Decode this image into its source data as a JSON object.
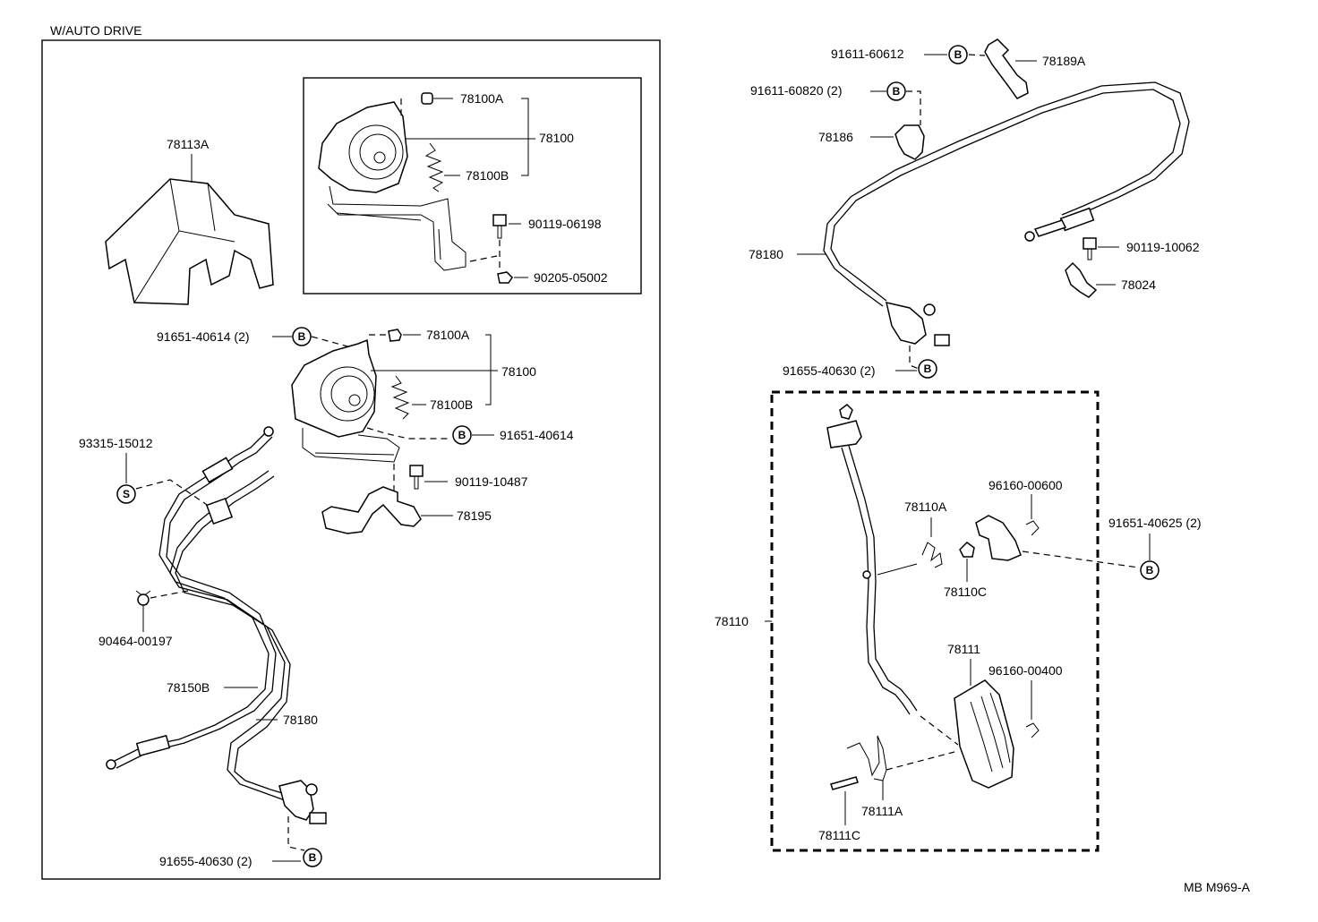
{
  "header": {
    "title": "W/AUTO DRIVE"
  },
  "footer": {
    "code": "MB  M969-A"
  },
  "badges": {
    "b": "B",
    "s": "S"
  },
  "labels": {
    "p78113A": "78113A",
    "p78100A_top": "78100A",
    "p78100_top": "78100",
    "p78100B_top": "78100B",
    "p90119_06198": "90119-06198",
    "p90205_05002": "90205-05002",
    "p91651_40614_2": "91651-40614 (2)",
    "p78100A_mid": "78100A",
    "p78100_mid": "78100",
    "p78100B_mid": "78100B",
    "p91651_40614": "91651-40614",
    "p90119_10487": "90119-10487",
    "p78195": "78195",
    "p93315_15012": "93315-15012",
    "p90464_00197": "90464-00197",
    "p78150B": "78150B",
    "p78180_left": "78180",
    "p91655_40630_left": "91655-40630 (2)",
    "p91611_60612": "91611-60612",
    "p78189A": "78189A",
    "p91611_60820": "91611-60820 (2)",
    "p78186": "78186",
    "p78180_right": "78180",
    "p90119_10062": "90119-10062",
    "p78024": "78024",
    "p91655_40630_right": "91655-40630 (2)",
    "p78110A": "78110A",
    "p96160_00600": "96160-00600",
    "p91651_40625": "91651-40625 (2)",
    "p78110C": "78110C",
    "p78110": "78110",
    "p78111": "78111",
    "p96160_00400": "96160-00400",
    "p78111A": "78111A",
    "p78111C": "78111C"
  }
}
